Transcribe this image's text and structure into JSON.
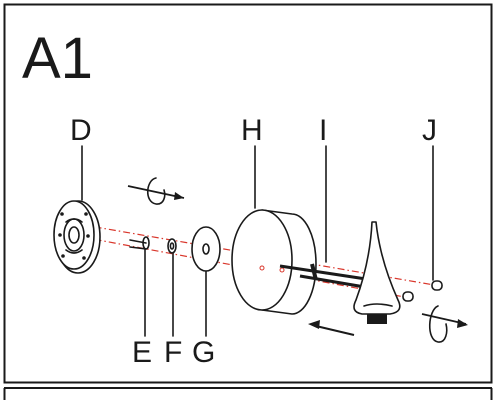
{
  "step_label": "A1",
  "parts": {
    "d": "D",
    "e": "E",
    "f": "F",
    "g": "G",
    "h": "H",
    "i": "I",
    "j": "J"
  },
  "colors": {
    "ink": "#1a1a1a",
    "axis_line": "#d9362b",
    "background": "#ffffff"
  },
  "icons": [
    "rotate-arrow-icon",
    "push-arrow-icon",
    "rotate-arrow-icon"
  ]
}
